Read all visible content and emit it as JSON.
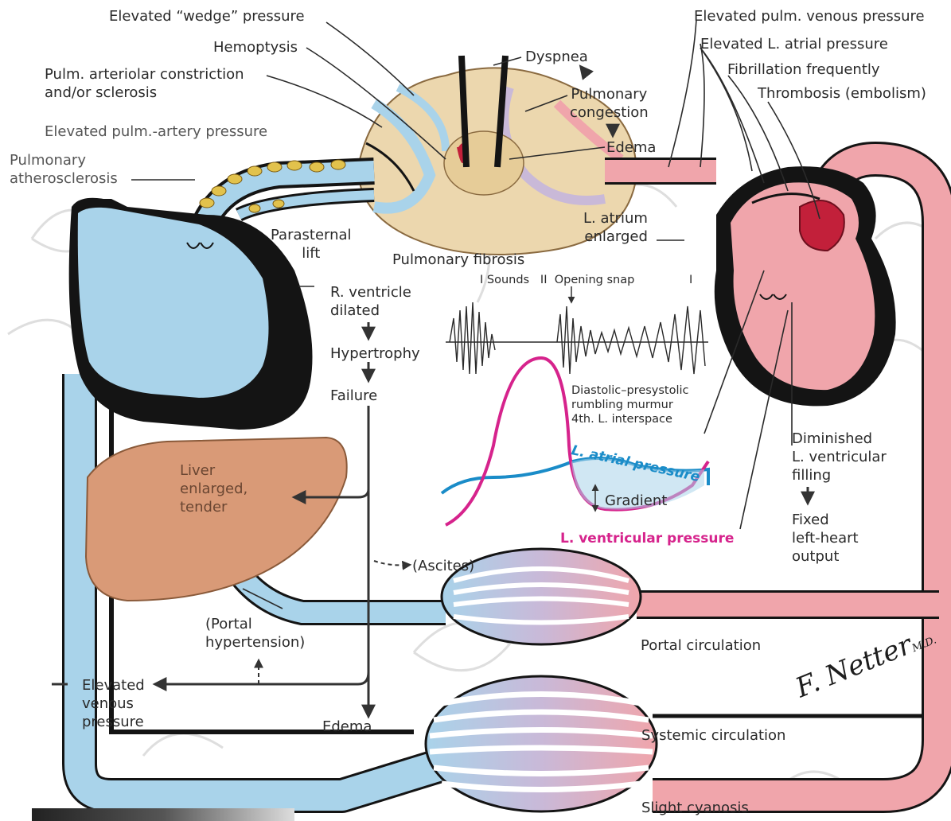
{
  "labels": {
    "wedge": "Elevated “wedge” pressure",
    "hemoptysis": "Hemoptysis",
    "arteriolar": "Pulm. arteriolar constriction\nand/or sclerosis",
    "pa_pressure": "Elevated pulm.-artery pressure",
    "atherosclerosis": "Pulmonary\natherosclerosis",
    "dyspnea": "Dyspnea",
    "congestion": "Pulmonary\ncongestion",
    "edema_lung": "Edema",
    "venous_pressure": "Elevated pulm. venous pressure",
    "la_pressure": "Elevated L. atrial pressure",
    "fibrillation": "Fibrillation frequently",
    "thrombosis": "Thrombosis (embolism)",
    "la_enlarged": "L. atrium\nenlarged",
    "parasternal": "Parasternal\nlift",
    "fibrosis": "Pulmonary fibrosis",
    "rv_dilated": "R. ventricle\ndilated",
    "hypertrophy": "Hypertrophy",
    "failure": "Failure",
    "sounds": "I Sounds   II  Opening snap",
    "sound_i": "I",
    "murmur": "Diastolic–presystolic\nrumbling murmur\n4th. L. interspace",
    "la_curve": "L. atrial pressure",
    "gradient": "Gradient",
    "lv_curve": "L. ventricular pressure",
    "diminished": "Diminished\nL. ventricular\nfilling",
    "fixed": "Fixed\nleft-heart\noutput",
    "liver": "Liver\nenlarged,\ntender",
    "ascites": "(Ascites)",
    "portal_ht": "(Portal\nhypertension)",
    "portal_circ": "Portal circulation",
    "elevated_venous": "Elevated\nvenous\npressure",
    "edema_bottom": "Edema",
    "systemic_circ": "Systemic circulation",
    "cyanosis": "Slight cyanosis",
    "signature": "F. Netter",
    "signature_md": "M.D."
  },
  "colors": {
    "venous_blue": "#a9d3ea",
    "arterial_pink": "#f0a5ab",
    "muscle_black": "#141414",
    "liver_tan": "#d99a77",
    "lung_tan": "#ecd7ae",
    "la_curve": "#1a8cc8",
    "lv_curve": "#d6238c",
    "thrombus": "#c2203a"
  }
}
